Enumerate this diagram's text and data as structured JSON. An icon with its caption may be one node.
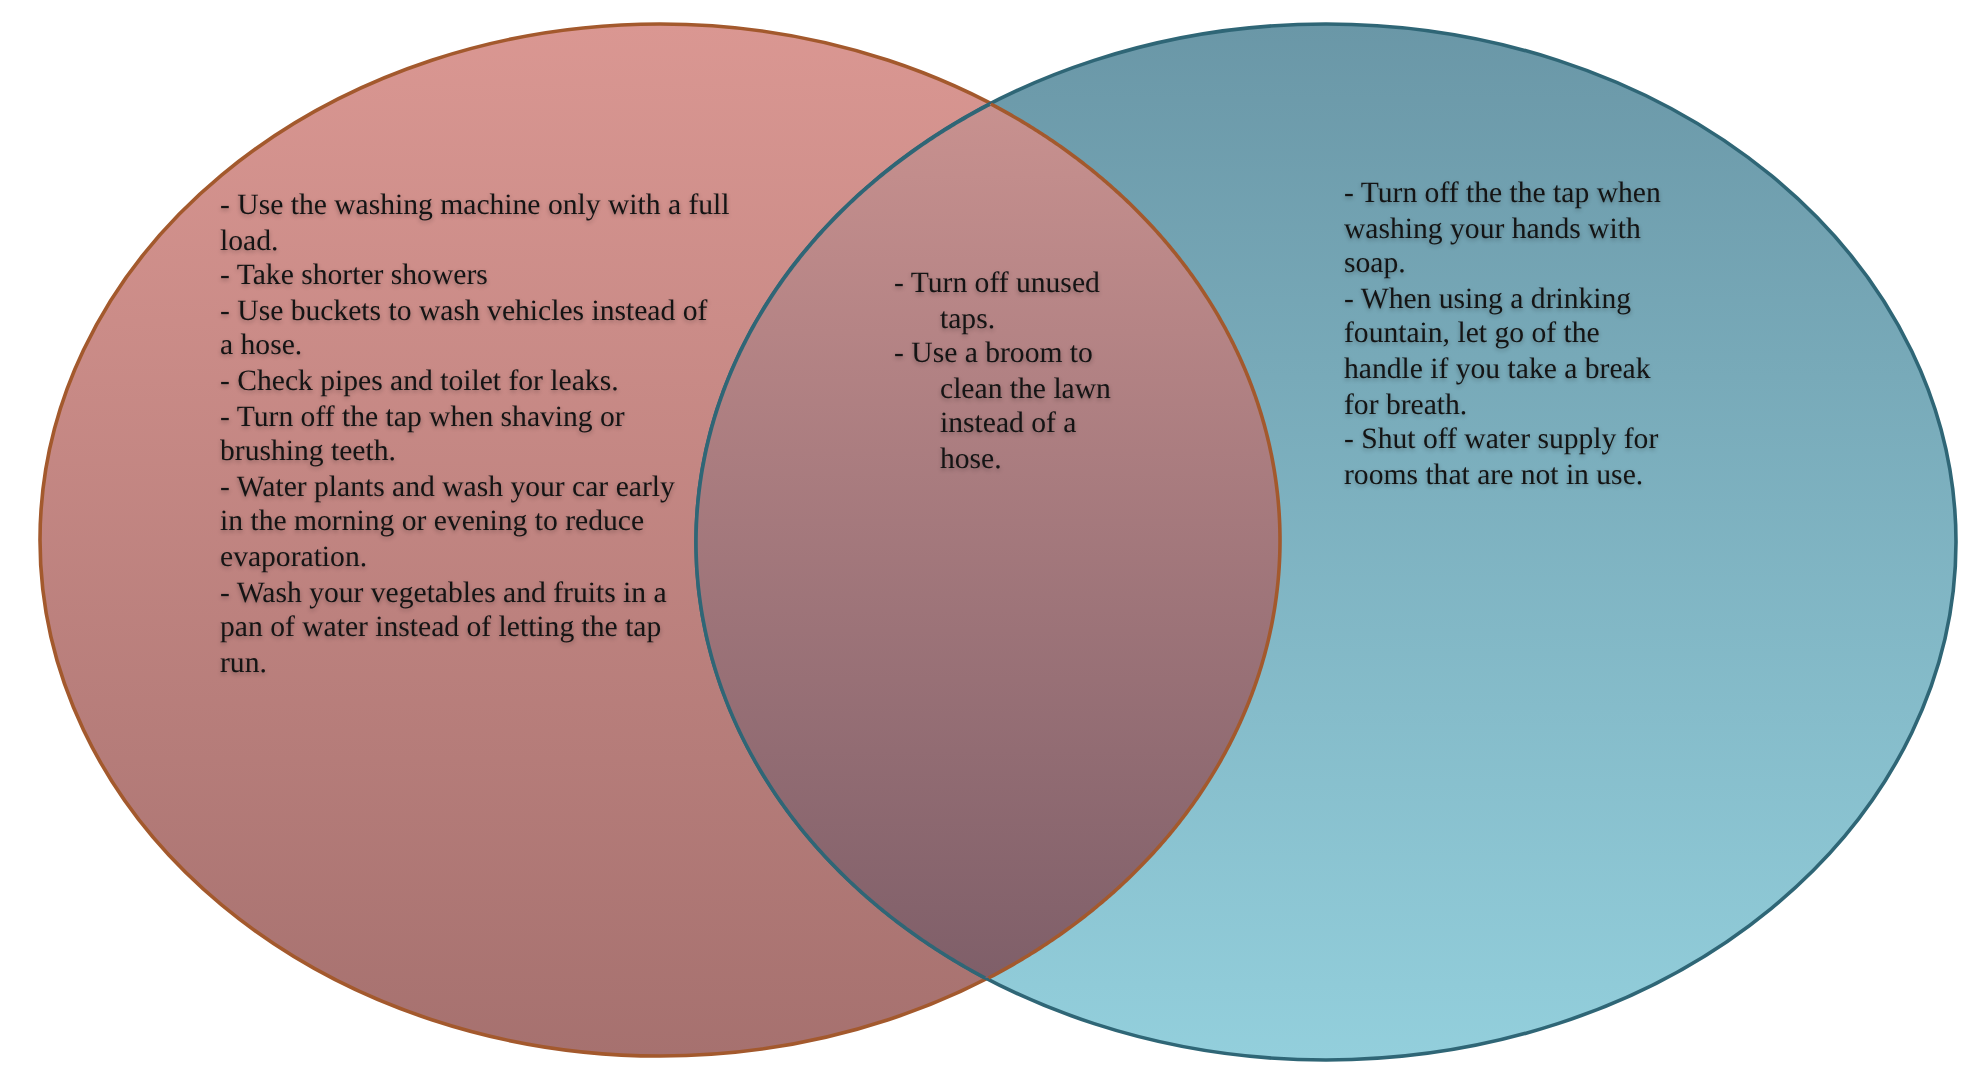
{
  "diagram": {
    "nodes": [
      {
        "text": [
          "- Use the washing machine only with a full load.",
          "- Take shorter showers",
          "- Use buckets to wash vehicles instead of a hose.",
          "- Check pipes and toilet for leaks.",
          "- Turn off the tap when shaving or brushing teeth.",
          "- Water plants and wash your car early in the morning or evening to reduce evaporation.",
          "- Wash your vegetables and fruits in a pan of water instead of letting the tap run."
        ]
      },
      {
        "text": [
          "- Turn off the the tap when washing your hands with soap.",
          "- When using a drinking fountain, let go of the handle if you take a break for breath.",
          "- Shut off water supply for rooms that are not in use."
        ]
      },
      {
        "text": [
          "- Turn off unused taps.",
          "- Use a broom to clean the lawn instead of a hose."
        ]
      }
    ]
  }
}
